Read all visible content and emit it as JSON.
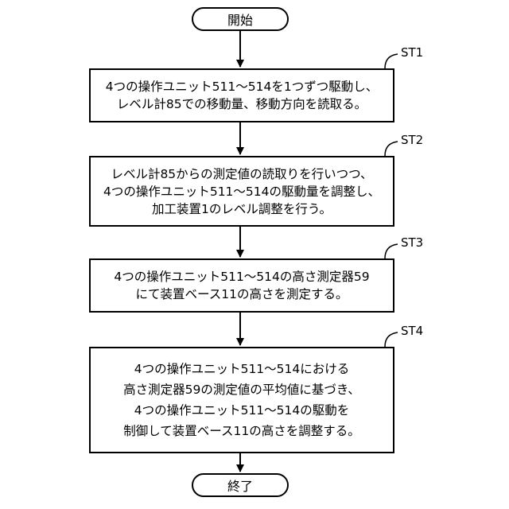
{
  "start": "開始",
  "end": "終了",
  "steps": [
    {
      "label": "ST1",
      "lines": [
        "4つの操作ユニット511～514を1つずつ駆動し、",
        "レベル計85での移動量、移動方向を読取る。"
      ]
    },
    {
      "label": "ST2",
      "lines": [
        "レベル計85からの測定値の読取りを行いつつ、",
        "4つの操作ユニット511～514の駆動量を調整し、",
        "加工装置1のレベル調整を行う。"
      ]
    },
    {
      "label": "ST3",
      "lines": [
        "4つの操作ユニット511～514の高さ測定器59",
        "にて装置ベース11の高さを測定する。"
      ]
    },
    {
      "label": "ST4",
      "lines": [
        "4つの操作ユニット511～514における",
        "高さ測定器59の測定値の平均値に基づき、",
        "4つの操作ユニット511～514の駆動を",
        "制御して装置ベース11の高さを調整する。"
      ]
    }
  ]
}
